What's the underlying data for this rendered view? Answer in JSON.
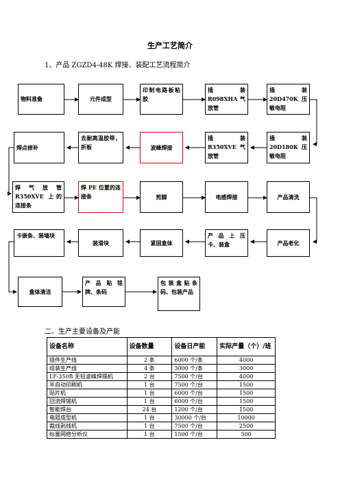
{
  "title": "生产工艺简介",
  "section1": "1、产品 ZGZD4-48K 焊接、装配工艺流程简介",
  "section2": "二、生产主要设备及产能",
  "flow": {
    "row1": [
      "物料准备",
      "元件成型",
      "印制电路板粘胶",
      "插　　装 R098XHA 气放管",
      "插　　装 20D470K 压敏电阻"
    ],
    "row2": [
      "焊点修补",
      "去耐高温胶带，折板",
      "波峰焊接",
      "插　　装 R350XVE 气放管",
      "插　　装 20D180K 压敏电阻"
    ],
    "row3": [
      "焊 气 放 管 R350XVE 上的连接条",
      "焊 PE 位置的连接条",
      "剪脚",
      "电感焊接",
      "产品清洗"
    ],
    "row4": [
      "卡嵌条、装墙块",
      "装滑块",
      "紧固盒体",
      "产 品 上 压 卡、装盒",
      "产品老化"
    ],
    "row5": [
      "盒体清洁",
      "产 品 贴 铭 牌、条码",
      "包装盒贴条码、包装产品"
    ]
  },
  "table": {
    "headers": [
      "设备名称",
      "设备数量",
      "设备日产能",
      "实际产量（个）/班"
    ],
    "rows": [
      [
        "插件生产线",
        "2 条",
        "6000 个/条",
        "4000"
      ],
      [
        "组装生产线",
        "4 条",
        "3000 个/条",
        "3000"
      ],
      [
        "LF-350B 无铅波峰焊锡机",
        "2 台",
        "7500 个/台",
        "4000"
      ],
      [
        "半自动印刷机",
        "1 台",
        "7500 个/台",
        "1500"
      ],
      [
        "贴片机",
        "1 台",
        "6000 个/台",
        "1500"
      ],
      [
        "回流焊锡机",
        "1 台",
        "6000 个/台",
        "1500"
      ],
      [
        "智能焊台",
        "24 台",
        "1200 个/台",
        "1500"
      ],
      [
        "电阻成型机",
        "1 台",
        "30000 个/台",
        "10000"
      ],
      [
        "裁线剥线机",
        "1 台",
        "7500 个/台",
        "2500"
      ],
      [
        "标量网络分析仪",
        "1 台",
        "1500 个/台",
        "500"
      ]
    ]
  }
}
